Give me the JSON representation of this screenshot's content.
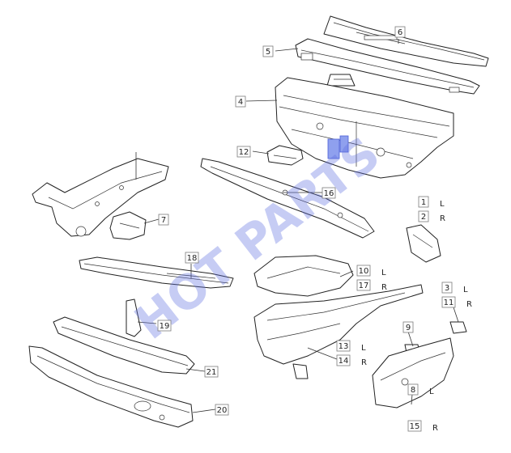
{
  "watermark": "HOT PARTS",
  "callouts": [
    {
      "id": "6",
      "sides": []
    },
    {
      "id": "5",
      "sides": []
    },
    {
      "id": "4",
      "sides": []
    },
    {
      "id": "12",
      "sides": []
    },
    {
      "id": "16",
      "sides": []
    },
    {
      "id": "7",
      "sides": []
    },
    {
      "id": "1",
      "sides": [
        "L"
      ]
    },
    {
      "id": "2",
      "sides": [
        "R"
      ]
    },
    {
      "id": "18",
      "sides": []
    },
    {
      "id": "10",
      "sides": [
        "L"
      ]
    },
    {
      "id": "17",
      "sides": [
        "R"
      ]
    },
    {
      "id": "3",
      "sides": [
        "L"
      ]
    },
    {
      "id": "11",
      "sides": [
        "R"
      ]
    },
    {
      "id": "19",
      "sides": []
    },
    {
      "id": "9",
      "sides": []
    },
    {
      "id": "13",
      "sides": [
        "L"
      ]
    },
    {
      "id": "14",
      "sides": [
        "R"
      ]
    },
    {
      "id": "21",
      "sides": []
    },
    {
      "id": "20",
      "sides": []
    },
    {
      "id": "8",
      "sides": [
        "L"
      ]
    },
    {
      "id": "15",
      "sides": [
        "R"
      ]
    }
  ],
  "colors": {
    "line": "#222222",
    "watermark": "#5f6fe0",
    "highlight": "#4a5fd8"
  }
}
